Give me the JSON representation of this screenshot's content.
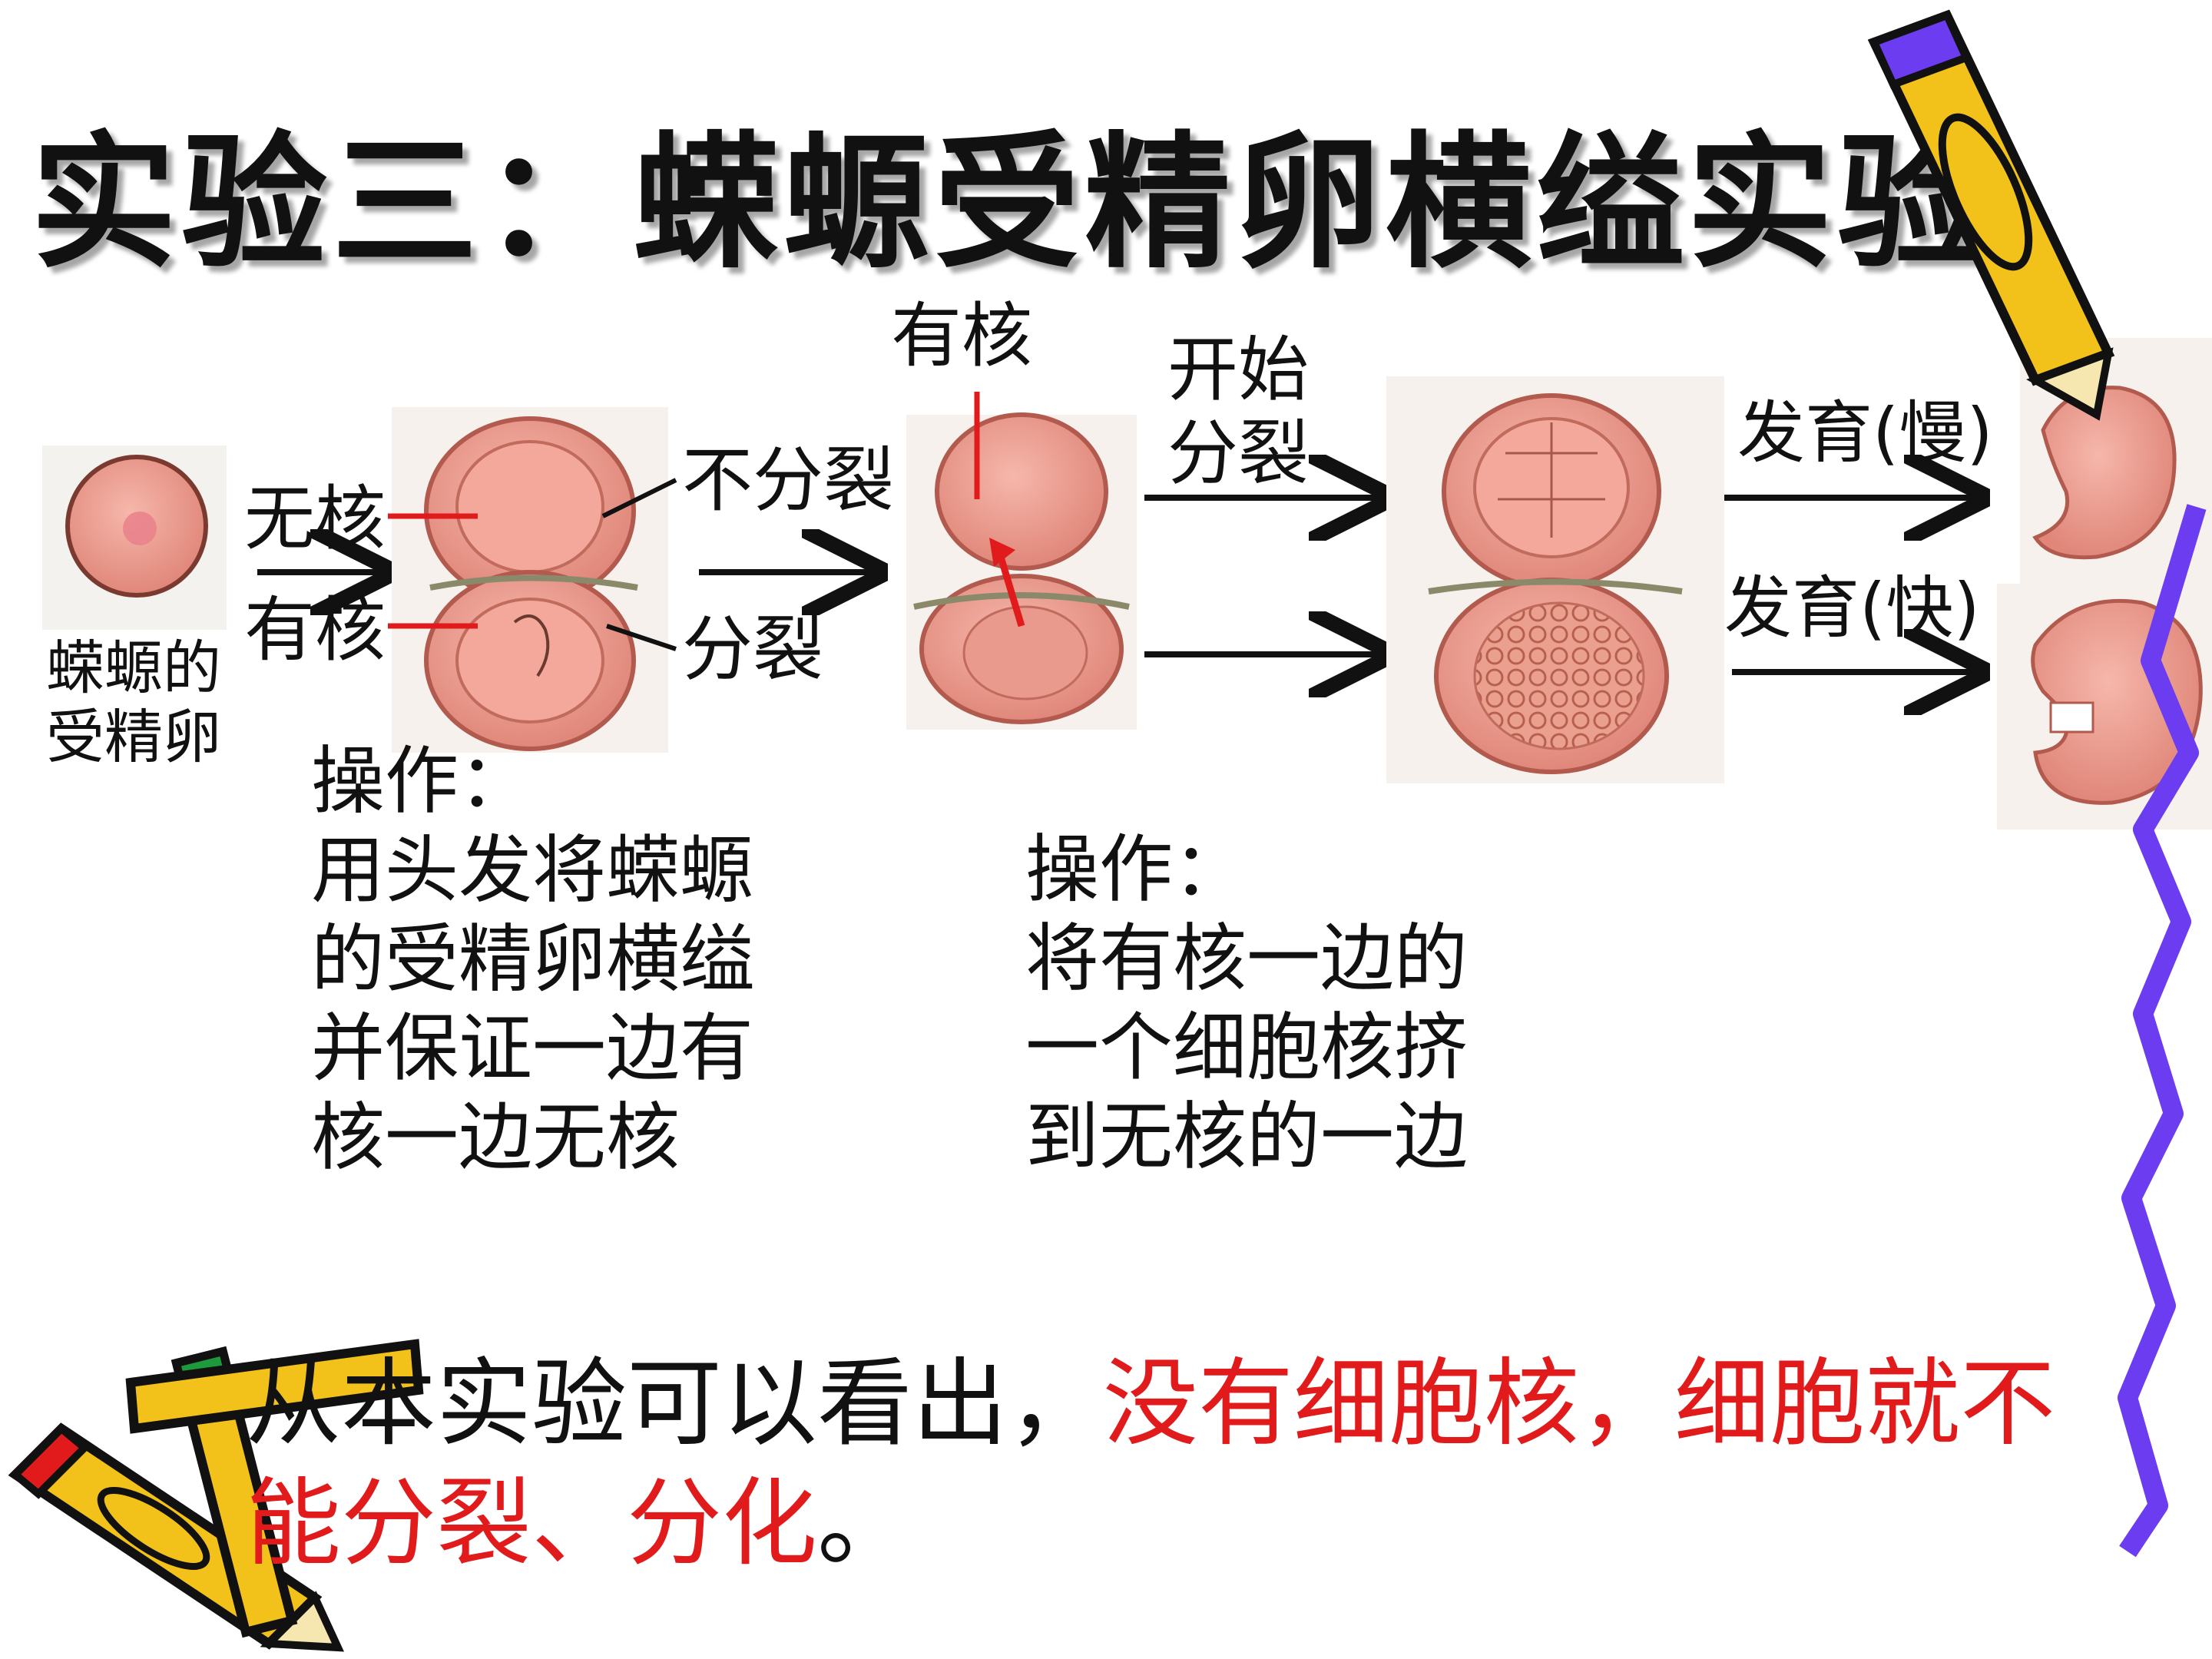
{
  "title": "实验三：蝾螈受精卵横缢实验",
  "diagram": {
    "egg_caption": [
      "蝾螈的",
      "受精卵"
    ],
    "no_nucleus": "无核",
    "has_nucleus": "有核",
    "not_divide": "不分裂",
    "divide": "分裂",
    "top_has_nucleus": "有核",
    "start_divide": [
      "开始",
      "分裂"
    ],
    "develop_slow": "发育(慢)",
    "develop_fast": "发育(快)"
  },
  "operations": [
    {
      "heading": "操作：",
      "lines": [
        "用头发将蝾螈",
        "的受精卵横缢",
        "并保证一边有",
        "核一边无核"
      ]
    },
    {
      "heading": "操作：",
      "lines": [
        "将有核一边的",
        "一个细胞核挤",
        "到无核的一边"
      ]
    }
  ],
  "conclusion": {
    "black_start": "从本实验可以看出，",
    "red": "没有细胞核，细胞就不能分裂、分化",
    "black_end": "。"
  },
  "colors": {
    "red": "#e11b1b",
    "egg_fill": "#e9938a",
    "egg_outline": "#b25a4d",
    "purple": "#6b3cf0",
    "pencil_yellow": "#f3c21a"
  }
}
